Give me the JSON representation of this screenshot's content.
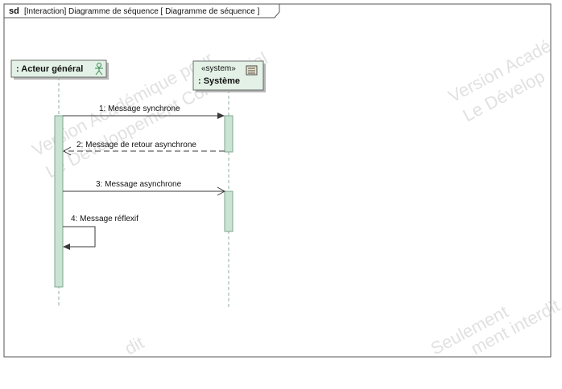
{
  "frame": {
    "keyword": "sd",
    "title": "[Interaction] Diagramme de séquence [ Diagramme de séquence ]"
  },
  "lifelines": [
    {
      "name": ": Acteur général",
      "stereotype": "",
      "icon": "actor-icon"
    },
    {
      "name": ": Système",
      "stereotype": "«system»",
      "icon": "system-component-icon"
    }
  ],
  "messages": [
    {
      "label": "1: Message synchrone",
      "kind": "synchronous"
    },
    {
      "label": "2: Message de retour asynchrone",
      "kind": "asynchronous-return"
    },
    {
      "label": "3: Message asynchrone",
      "kind": "asynchronous"
    },
    {
      "label": "4: Message réflexif",
      "kind": "self"
    }
  ],
  "watermarks": [
    "Version Académique pour",
    "Le Développement Commercial",
    "Version Acadé",
    "Le Dévelop",
    "Seulement",
    "ment interdit",
    "dit"
  ],
  "colors": {
    "lifeline_fill": "#e3f1e6",
    "activation_fill": "#c9e4d2",
    "frame_border": "#555555",
    "actor_icon": "#2f8a4f"
  }
}
